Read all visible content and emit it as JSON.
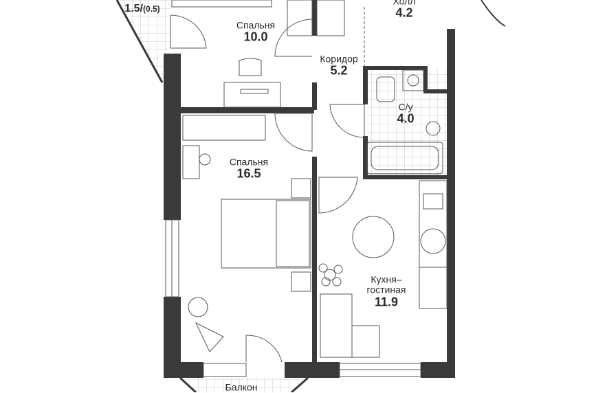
{
  "rooms": {
    "balcony_top": {
      "area": "1.5",
      "area_sub": "(0.5)"
    },
    "hall": {
      "name": "Холл",
      "area": "4.2"
    },
    "bedroom_small": {
      "name": "Спальня",
      "area": "10.0"
    },
    "corridor": {
      "name": "Коридор",
      "area": "5.2"
    },
    "bathroom": {
      "name": "С/у",
      "area": "4.0"
    },
    "bedroom_large": {
      "name": "Спальня",
      "area": "16.5"
    },
    "kitchen": {
      "name_line1": "Кухня–",
      "name_line2": "гостиная",
      "area": "11.9"
    },
    "balcony_bottom": {
      "name": "Балкон"
    }
  },
  "colors": {
    "wall": "#3a3a3a",
    "line": "#555555",
    "text": "#2b2b2b",
    "background": "#ffffff"
  }
}
